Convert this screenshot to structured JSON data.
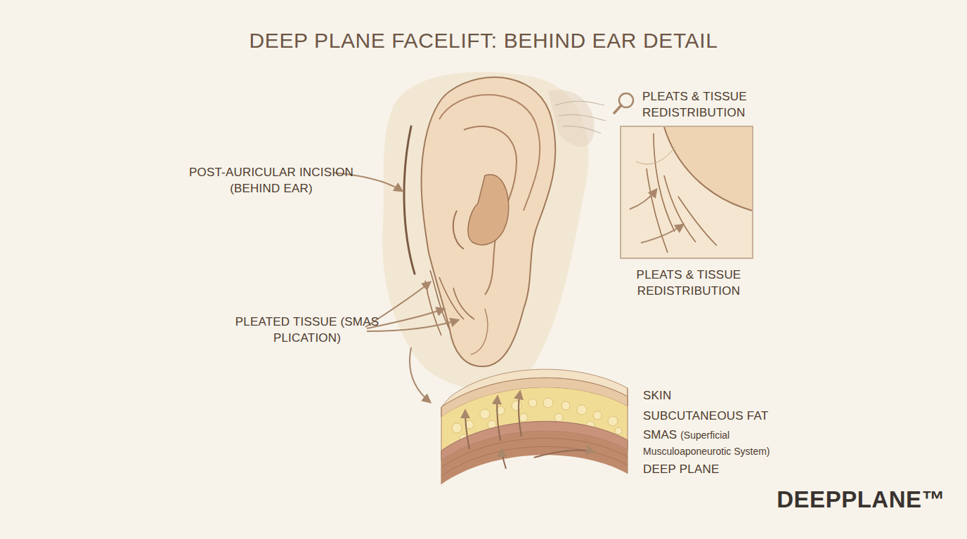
{
  "diagram": {
    "title": "DEEP PLANE FACELIFT: BEHIND EAR DETAIL",
    "labels": [
      "POST-AURICULAR INCISION (BEHIND EAR)",
      "PLEATS & TISSUE REDISTRIBUTION",
      "PLEATS & TISSUE REDISTRIBUTION",
      "PLEATED TISSUE (SMAS PLICATION)",
      "SKIN",
      "SUBCUTANEOUS FAT",
      "SMAS",
      "(Superficial Musculoaponeurotic System)",
      "DEEP PLANE",
      "DEEPPLANE™"
    ]
  }
}
